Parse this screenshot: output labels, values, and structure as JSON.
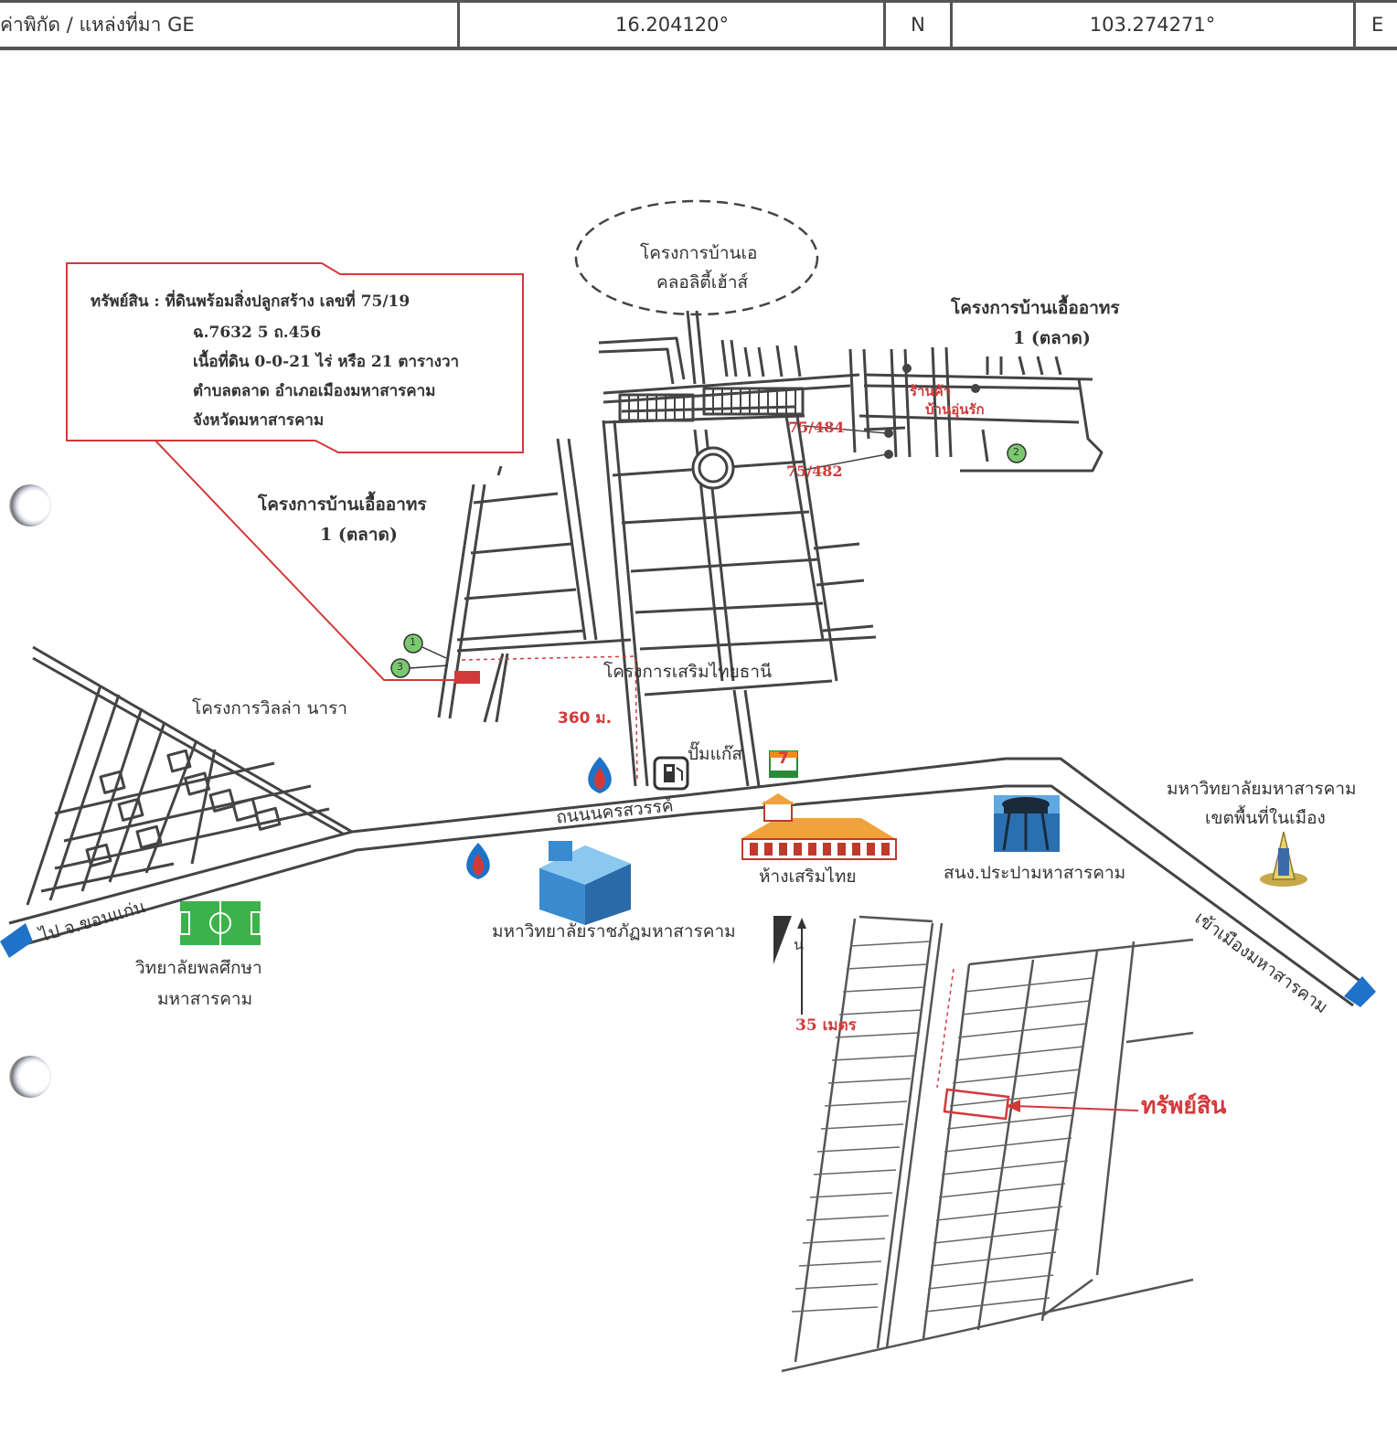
{
  "header": {
    "label": "ค่าพิกัด / แหล่งที่มา  GE",
    "latitude": "16.204120°",
    "lat_dir": "N",
    "longitude": "103.274271°",
    "lon_dir": "E"
  },
  "asset_box": {
    "line1": "ทรัพย์สิน :    ที่ดินพร้อมสิ่งปลูกสร้าง เลขที่ 75/19",
    "line2": "ฉ.7632 5 ถ.456",
    "line3": "เนื้อที่ดิน 0-0-21 ไร่ หรือ 21 ตารางวา",
    "line4": "ตำบลตลาด อำเภอเมืองมหาสารคาม",
    "line5": "จังหวัดมหาสารคาม"
  },
  "labels": {
    "baan_aoe_1": "โครงการบ้านเอ",
    "baan_aoe_2": "คลอลิตี้เฮ้าส์",
    "uea_right_1": "โครงการบ้านเอื้ออาทร",
    "uea_right_2": "1 (ตลาด)",
    "uea_left_1": "โครงการบ้านเอื้ออาทร",
    "uea_left_2": "1 (ตลาด)",
    "shop_1": "ร้านค้า",
    "shop_2": "บ้านอุ่นรัก",
    "lot_484": "75/484",
    "lot_482": "75/482",
    "sermthai_thani": "โครงการเสริมไทยธานี",
    "villa_nara": "โครงการวิลล่า นารา",
    "dist_360": "360 ม.",
    "gas": "ปั๊มแก๊ส",
    "road": "ถนนนครสวรรค์",
    "sermthai_mall": "ห้างเสริมไทย",
    "water_auth": "สนง.ประปามหาสารคาม",
    "msu_1": "มหาวิทยาลัยมหาสารคาม",
    "msu_2": "เขตพื้นที่ในเมือง",
    "to_city": "เข้าเมืองมหาสารคาม",
    "to_khonkaen": "ไป จ.ขอนแก่น",
    "rajabhat": "มหาวิทยาลัยราชภัฏมหาสารคาม",
    "phys_ed_1": "วิทยาลัยพลศึกษา",
    "phys_ed_2": "มหาสารคาม",
    "north": "น",
    "dist_35": "35 เมตร",
    "asset_label": "ทรัพย์สิน",
    "seven_eleven": "7",
    "marker_1": "1",
    "marker_2": "2",
    "marker_3": "3"
  },
  "colors": {
    "road_line": "#444444",
    "red": "#d23a3a",
    "green_marker": "#7bc96f",
    "blue_arrow": "#1e73c8",
    "field_green": "#3bb34a"
  }
}
